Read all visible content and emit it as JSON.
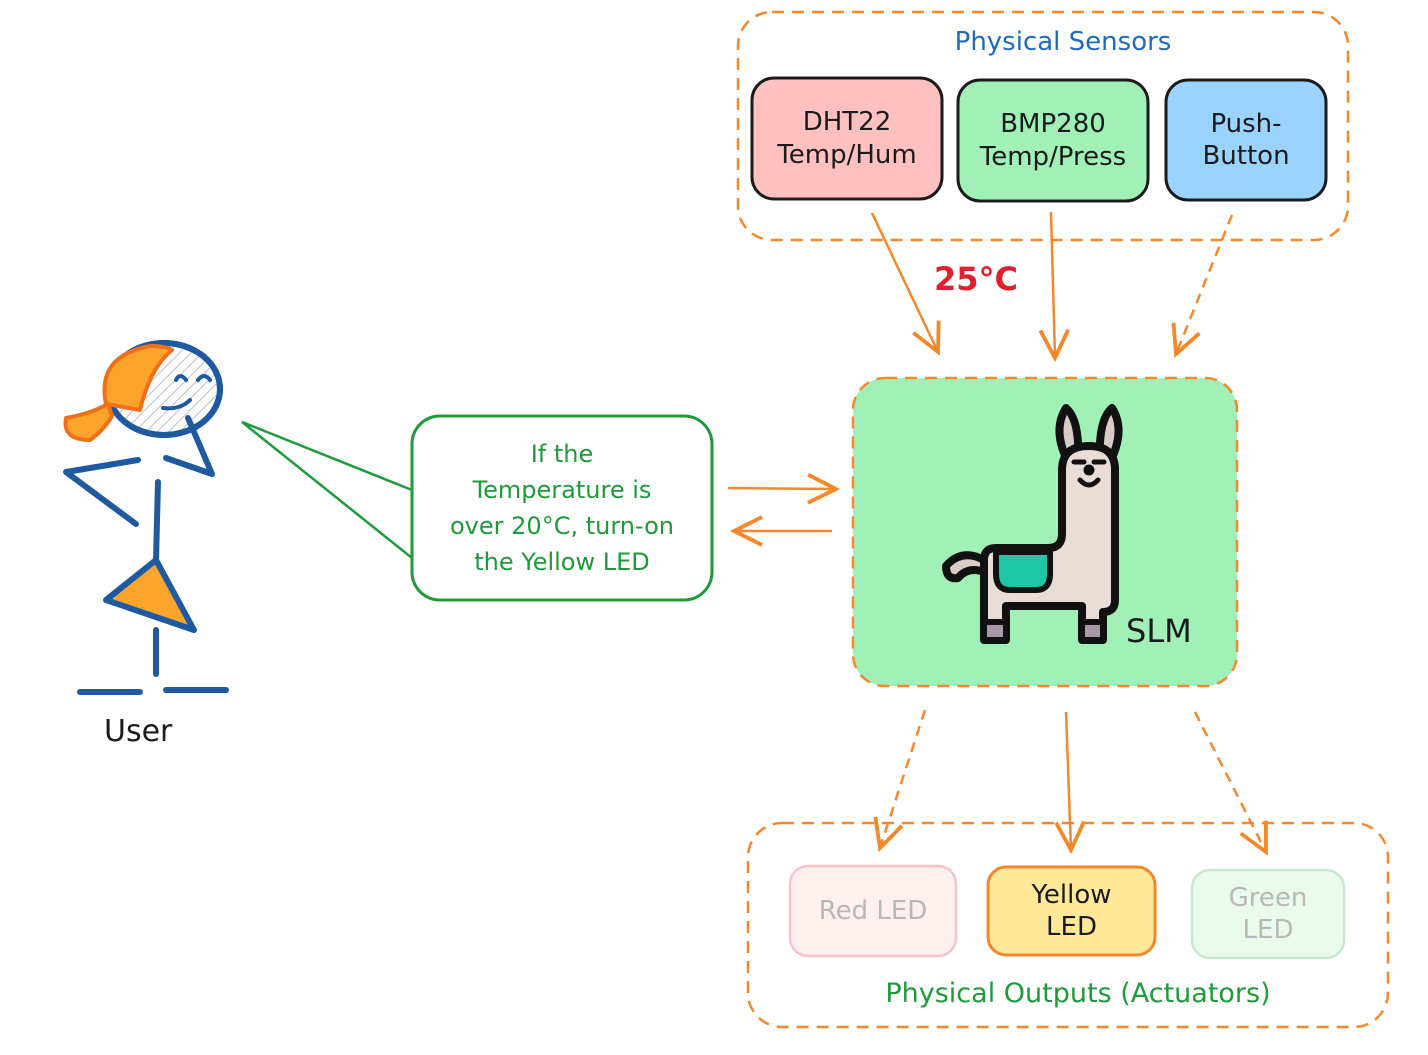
{
  "sensors": {
    "title": "Physical Sensors",
    "items": [
      {
        "line1": "DHT22",
        "line2": "Temp/Hum",
        "fill": "#ffc0c0"
      },
      {
        "line1": "BMP280",
        "line2": "Temp/Press",
        "fill": "#a0f0b8"
      },
      {
        "line1": "Push-",
        "line2": "Button",
        "fill": "#9ad3ff"
      }
    ]
  },
  "reading": "25°C",
  "slm": {
    "label": "SLM",
    "fill": "#a0f0b8"
  },
  "prompt": {
    "lines": [
      "If the",
      "Temperature is",
      "over 20°C, turn-on",
      "the Yellow LED"
    ]
  },
  "user": {
    "label": "User"
  },
  "outputs": {
    "title": "Physical Outputs (Actuators)",
    "items": [
      {
        "line1": "Red LED",
        "line2": "",
        "state": "off",
        "fill": "#fff0f0"
      },
      {
        "line1": "Yellow",
        "line2": "LED",
        "state": "on",
        "fill": "#ffe999"
      },
      {
        "line1": "Green",
        "line2": "LED",
        "state": "off",
        "fill": "#e8fbec"
      }
    ]
  },
  "colors": {
    "orange": "#f5882a",
    "green_text": "#1e9a3a",
    "blue_text": "#1f6bbf",
    "red_text": "#e0202e",
    "dark": "#1b1b1b",
    "muted": "#b8b8b8"
  }
}
